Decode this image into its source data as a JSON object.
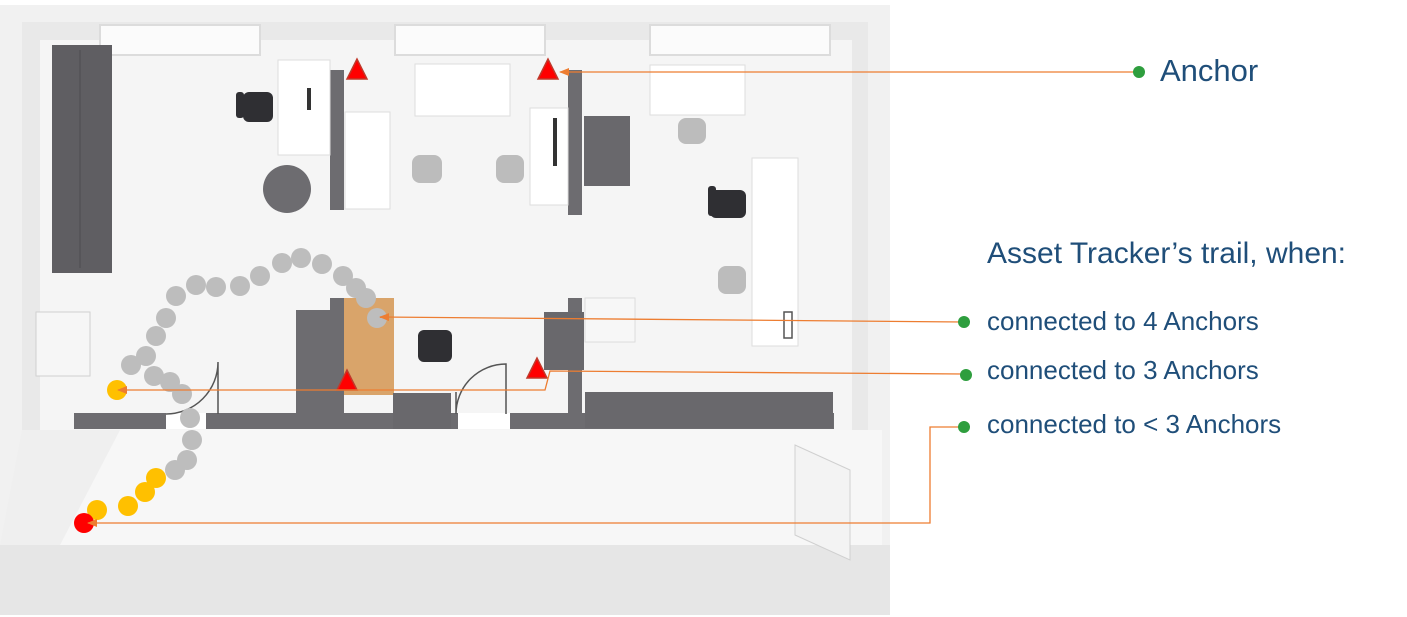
{
  "legend": {
    "anchor_label": "Anchor",
    "trail_title": "Asset Tracker’s trail, when:",
    "items": [
      {
        "label": "connected to 4 Anchors",
        "dot_color": "#bdbdbd"
      },
      {
        "label": "connected to 3 Anchors",
        "dot_color": "#ffc000"
      },
      {
        "label": "connected to < 3  Anchors",
        "dot_color": "#ff0000"
      }
    ]
  },
  "colors": {
    "text": "#1f4e79",
    "leader_line": "#ed7d31",
    "legend_dot": "#2e9e3e",
    "anchor_fill": "#ff0000",
    "anchor_stroke": "#c0392b"
  },
  "icons": [
    "anchor-triangle-icon",
    "legend-dot-icon",
    "arrowhead-icon"
  ]
}
